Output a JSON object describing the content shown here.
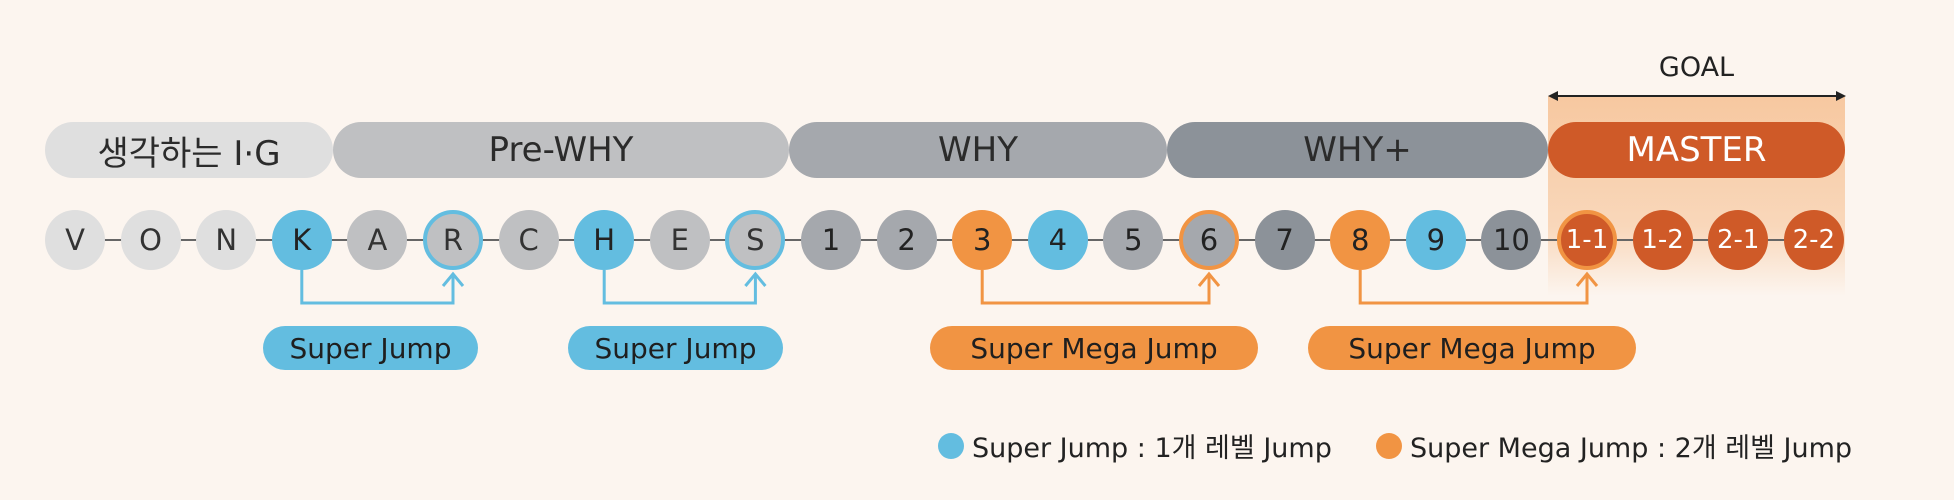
{
  "goal": {
    "label": "GOAL"
  },
  "stages": [
    {
      "label": "생각하는 I·G",
      "color": "#dfdfdf",
      "text_color": "#2b2b2b"
    },
    {
      "label": "Pre-WHY",
      "color": "#bfc0c2",
      "text_color": "#2b2b2b"
    },
    {
      "label": "WHY",
      "color": "#a5a8ad",
      "text_color": "#2b2b2b"
    },
    {
      "label": "WHY+",
      "color": "#8c9299",
      "text_color": "#2b2b2b"
    },
    {
      "label": "MASTER",
      "color": "#cf5a28",
      "text_color": "#ffffff"
    }
  ],
  "levels": [
    {
      "label": "V",
      "fill": "#dfdfdf",
      "text": "#333333"
    },
    {
      "label": "O",
      "fill": "#dfdfdf",
      "text": "#333333"
    },
    {
      "label": "N",
      "fill": "#dfdfdf",
      "text": "#333333"
    },
    {
      "label": "K",
      "fill": "#63bde0",
      "text": "#222222"
    },
    {
      "label": "A",
      "fill": "#bfc0c2",
      "text": "#333333"
    },
    {
      "label": "R",
      "fill": "#bfc0c2",
      "text": "#333333",
      "ring": "blue"
    },
    {
      "label": "C",
      "fill": "#bfc0c2",
      "text": "#333333"
    },
    {
      "label": "H",
      "fill": "#63bde0",
      "text": "#222222"
    },
    {
      "label": "E",
      "fill": "#bfc0c2",
      "text": "#333333"
    },
    {
      "label": "S",
      "fill": "#bfc0c2",
      "text": "#333333",
      "ring": "blue"
    },
    {
      "label": "1",
      "fill": "#a5a8ad",
      "text": "#222222"
    },
    {
      "label": "2",
      "fill": "#a5a8ad",
      "text": "#222222"
    },
    {
      "label": "3",
      "fill": "#f19443",
      "text": "#222222"
    },
    {
      "label": "4",
      "fill": "#63bde0",
      "text": "#222222"
    },
    {
      "label": "5",
      "fill": "#a5a8ad",
      "text": "#222222"
    },
    {
      "label": "6",
      "fill": "#a5a8ad",
      "text": "#222222",
      "ring": "orange"
    },
    {
      "label": "7",
      "fill": "#8c9299",
      "text": "#222222"
    },
    {
      "label": "8",
      "fill": "#f19443",
      "text": "#222222"
    },
    {
      "label": "9",
      "fill": "#63bde0",
      "text": "#222222"
    },
    {
      "label": "10",
      "fill": "#8c9299",
      "text": "#222222"
    },
    {
      "label": "1-1",
      "fill": "#cf5a28",
      "text": "#ffffff",
      "ring": "orange"
    },
    {
      "label": "1-2",
      "fill": "#cf5a28",
      "text": "#ffffff"
    },
    {
      "label": "2-1",
      "fill": "#cf5a28",
      "text": "#ffffff"
    },
    {
      "label": "2-2",
      "fill": "#cf5a28",
      "text": "#ffffff"
    }
  ],
  "jumps": [
    {
      "from": "K",
      "to": "R",
      "label": "Super Jump",
      "type": "super"
    },
    {
      "from": "H",
      "to": "S",
      "label": "Super Jump",
      "type": "super"
    },
    {
      "from": "3",
      "to": "6",
      "label": "Super Mega Jump",
      "type": "mega"
    },
    {
      "from": "8",
      "to": "1-1",
      "label": "Super Mega Jump",
      "type": "mega"
    }
  ],
  "legend": [
    {
      "label": "Super Jump : 1개 레벨 Jump",
      "color": "#63bde0"
    },
    {
      "label": "Super Mega Jump : 2개 레벨 Jump",
      "color": "#f19443"
    }
  ],
  "colors": {
    "background": "#fcf5ef",
    "super": "#63bde0",
    "mega": "#f19443",
    "connector": "#666666",
    "goal_highlight": "#f7c8a0"
  }
}
